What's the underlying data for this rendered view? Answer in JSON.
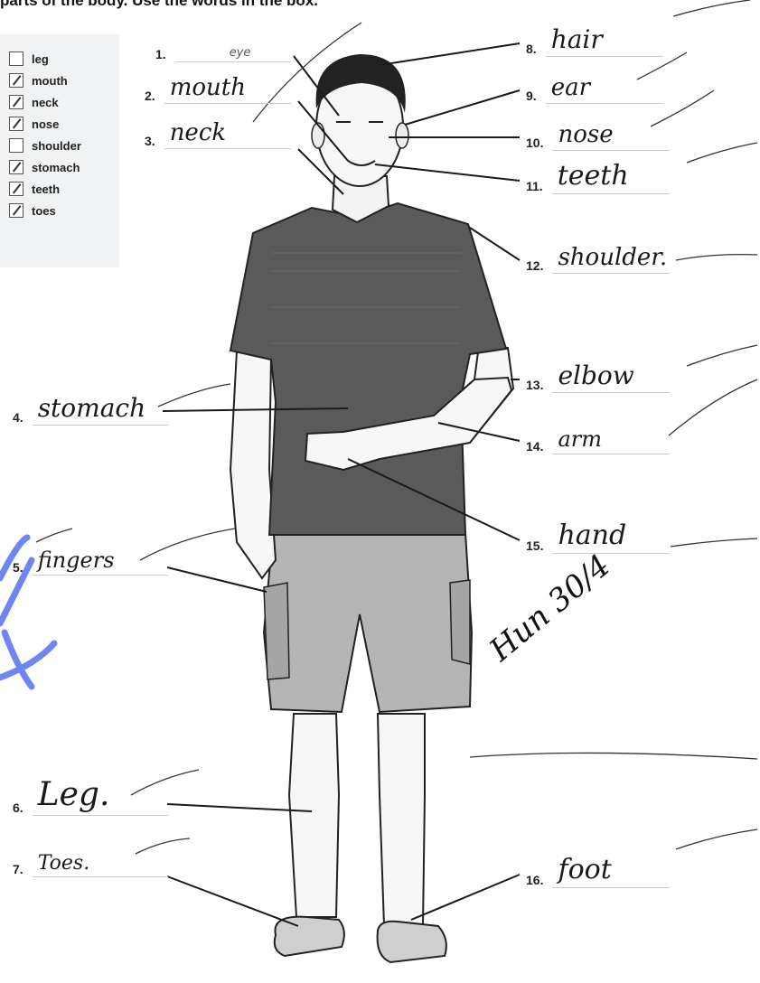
{
  "instruction": "parts of the body. Use the words in the box.",
  "word_box": [
    {
      "word": "leg",
      "checked": false
    },
    {
      "word": "mouth",
      "checked": true
    },
    {
      "word": "neck",
      "checked": true
    },
    {
      "word": "nose",
      "checked": true
    },
    {
      "word": "shoulder",
      "checked": false
    },
    {
      "word": "stomach",
      "checked": true
    },
    {
      "word": "teeth",
      "checked": true
    },
    {
      "word": "toes",
      "checked": true
    }
  ],
  "items": [
    {
      "num": "1.",
      "answer": "eye"
    },
    {
      "num": "2.",
      "answer": "mouth"
    },
    {
      "num": "3.",
      "answer": "neck"
    },
    {
      "num": "4.",
      "answer": "stomach"
    },
    {
      "num": "5.",
      "answer": "fingers"
    },
    {
      "num": "6.",
      "answer": "Leg."
    },
    {
      "num": "7.",
      "answer": "Toes."
    },
    {
      "num": "8.",
      "answer": "hair"
    },
    {
      "num": "9.",
      "answer": "ear"
    },
    {
      "num": "10.",
      "answer": "nose"
    },
    {
      "num": "11.",
      "answer": "teeth"
    },
    {
      "num": "12.",
      "answer": "shoulder."
    },
    {
      "num": "13.",
      "answer": "elbow"
    },
    {
      "num": "14.",
      "answer": "arm"
    },
    {
      "num": "15.",
      "answer": "hand"
    },
    {
      "num": "16.",
      "answer": "foot"
    }
  ],
  "signature": "Hun 30/4",
  "colors": {
    "ink": "#1a1a1a",
    "pen_blue": "#6f86f0",
    "shirt": "#5a5a5a",
    "shorts": "#b5b5b5"
  }
}
